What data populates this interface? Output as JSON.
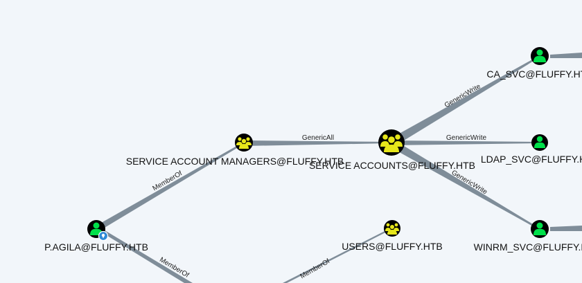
{
  "colors": {
    "background": "#f2f6fa",
    "edge": "#7f8d99",
    "node_fill": "#000000",
    "user_icon": "#00e04a",
    "group_icon": "#e6e61a",
    "badge": "#2f8bd6"
  },
  "nodes": [
    {
      "id": "p_agila",
      "label": "P.AGILA@FLUFFY.HTB",
      "kind": "user",
      "icon": "user-icon",
      "badge": "location-pin-icon"
    },
    {
      "id": "sam",
      "label": "SERVICE ACCOUNT MANAGERS@FLUFFY.HTB",
      "kind": "group",
      "icon": "group-icon"
    },
    {
      "id": "sa",
      "label": "SERVICE ACCOUNTS@FLUFFY.HTB",
      "kind": "group",
      "icon": "group-icon"
    },
    {
      "id": "users",
      "label": "USERS@FLUFFY.HTB",
      "kind": "group",
      "icon": "group-icon"
    },
    {
      "id": "ca_svc",
      "label": "CA_SVC@FLUFFY.HTB",
      "kind": "user",
      "icon": "user-icon"
    },
    {
      "id": "ldap_svc",
      "label": "LDAP_SVC@FLUFFY.HTB",
      "kind": "user",
      "icon": "user-icon"
    },
    {
      "id": "winrm_svc",
      "label": "WINRM_SVC@FLUFFY.HTB",
      "kind": "user",
      "icon": "user-icon"
    }
  ],
  "edges": [
    {
      "from": "p_agila",
      "to": "sam",
      "label": "MemberOf"
    },
    {
      "from": "sam",
      "to": "sa",
      "label": "GenericAll"
    },
    {
      "from": "sa",
      "to": "ca_svc",
      "label": "GenericWrite"
    },
    {
      "from": "sa",
      "to": "ldap_svc",
      "label": "GenericWrite"
    },
    {
      "from": "sa",
      "to": "winrm_svc",
      "label": "GenericWrite"
    },
    {
      "from": "p_agila",
      "to": "offscreen_bottom",
      "label": "MemberOf"
    },
    {
      "from": "offscreen_bottom_2",
      "to": "users",
      "label": "MemberOf"
    }
  ]
}
